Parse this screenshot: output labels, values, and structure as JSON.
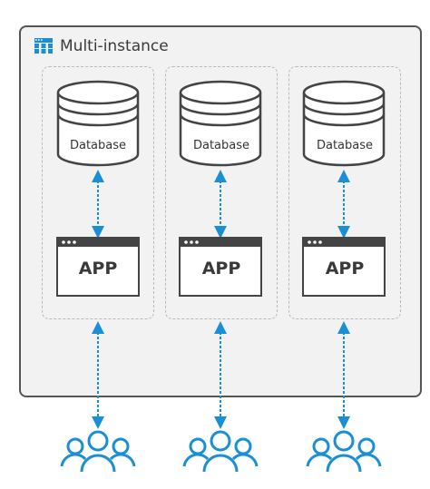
{
  "diagram": {
    "title": "Multi-instance",
    "instances": [
      {
        "database_label": "Database",
        "app_label": "APP"
      },
      {
        "database_label": "Database",
        "app_label": "APP"
      },
      {
        "database_label": "Database",
        "app_label": "APP"
      }
    ]
  },
  "colors": {
    "accent": "#1a8fd6",
    "frame": "#555555",
    "panel": "#f2f2f2",
    "users": "#1a8fd6"
  },
  "icons": [
    "grid-icon",
    "database-icon",
    "app-window-icon",
    "users-icon",
    "bidirectional-arrow-icon"
  ]
}
